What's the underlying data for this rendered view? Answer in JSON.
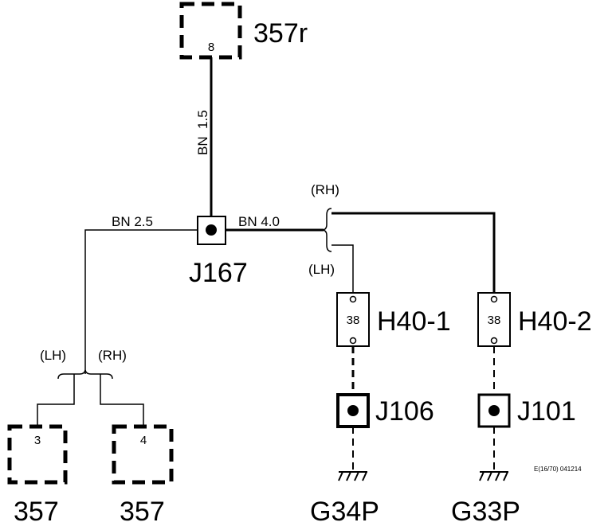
{
  "diagram": {
    "connectors": {
      "top": {
        "name": "357r",
        "pin": "8"
      },
      "left": {
        "name": "357",
        "pin": "3"
      },
      "right": {
        "name": "357",
        "pin": "4"
      }
    },
    "junctions": {
      "main": "J167",
      "j106": "J106",
      "j101": "J101"
    },
    "fuses": {
      "h40_1": {
        "name": "H40-1",
        "value": "38"
      },
      "h40_2": {
        "name": "H40-2",
        "value": "38"
      }
    },
    "grounds": {
      "g34p": "G34P",
      "g33p": "G33P"
    },
    "wires": {
      "vertical_top": "BN  1.5",
      "left_branch": "BN 2.5",
      "right_branch": "BN 4.0"
    },
    "variants": {
      "rh_top": "(RH)",
      "lh_mid": "(LH)",
      "lh_left": "(LH)",
      "rh_left": "(RH)"
    },
    "reference_code": "E(16/70) 041214"
  }
}
